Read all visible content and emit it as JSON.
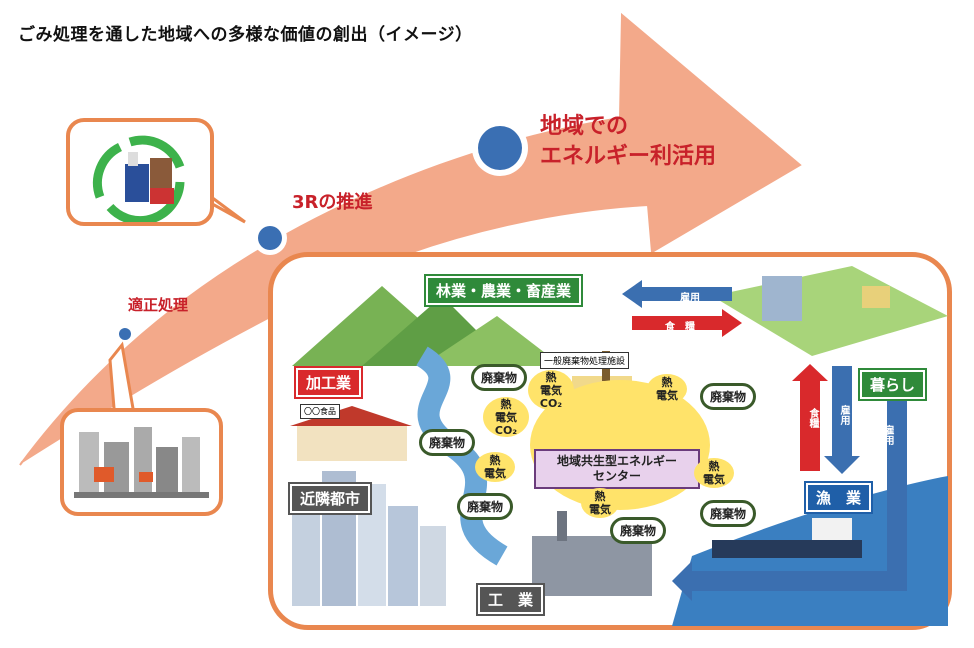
{
  "title": "ごみ処理を通した地域への多様な価値の創出（イメージ）",
  "stages": {
    "stage1": "適正処理",
    "stage2": "3Rの推進",
    "stage3_line1": "地域での",
    "stage3_line2": "エネルギー利活用"
  },
  "categories": {
    "forestry": "林業・農業・畜産業",
    "processing": "加工業",
    "city": "近隣都市",
    "industry": "工　業",
    "living": "暮らし",
    "fishery": "漁　業"
  },
  "center": {
    "line1": "地域共生型エネルギー",
    "line2": "センター"
  },
  "facility_label": "一般廃棄物処理施設",
  "shop_sign": "〇〇食品",
  "waste": "廃棄物",
  "heat": "熱",
  "electricity": "電気",
  "co2": "CO₂",
  "arrows": {
    "employment": "雇用",
    "food": "食　糧",
    "food_v": "食糧",
    "employ_v": "雇用"
  },
  "colors": {
    "arrow": "#f3a98a",
    "frame": "#e9874f",
    "accent_red": "#c8212a",
    "blue_arrow": "#3b6fb0",
    "red_arrow": "#d9292c"
  }
}
